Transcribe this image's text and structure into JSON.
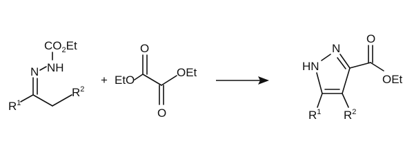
{
  "scheme": {
    "reactant1": {
      "ester_group": {
        "co": "CO",
        "two": "2",
        "et": "Et"
      },
      "n": "N",
      "nh": "NH",
      "r1": {
        "r": "R",
        "sup": "1"
      },
      "r2": {
        "r": "R",
        "sup": "2"
      }
    },
    "plus": "+",
    "reactant2": {
      "o_top": "O",
      "o_bottom": "O",
      "eto": "EtO",
      "oet": "OEt"
    },
    "product": {
      "hn": "HN",
      "n": "N",
      "o": "O",
      "oet": "OEt",
      "r1": {
        "r": "R",
        "sup": "1"
      },
      "r2": {
        "r": "R",
        "sup": "2"
      }
    }
  }
}
